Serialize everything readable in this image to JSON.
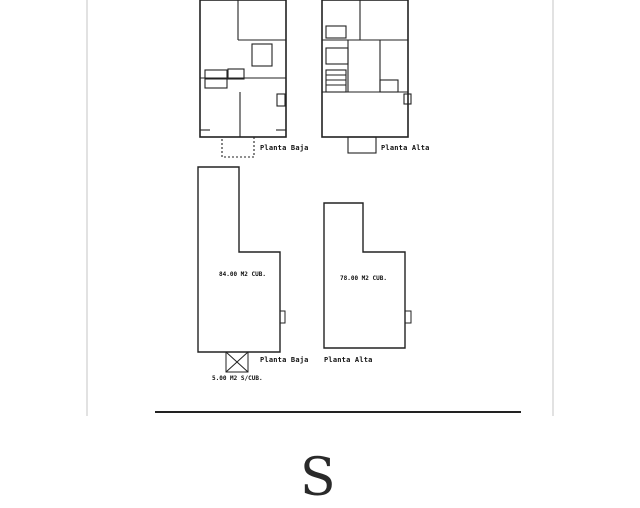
{
  "plans": {
    "top_left_label": "Planta Baja",
    "top_right_label": "Planta Alta",
    "bottom_left_label": "Planta Baja",
    "bottom_right_label": "Planta Alta",
    "bottom_left_area": "84.00 M2 CUB.",
    "bottom_right_area": "78.00 M2 CUB.",
    "porch_area": "5.00 M2 S/CUB."
  },
  "footer": {
    "monogram": "S"
  },
  "colors": {
    "line": "#222222",
    "background": "#ffffff",
    "sheet_edge": "#e2e2e2"
  }
}
